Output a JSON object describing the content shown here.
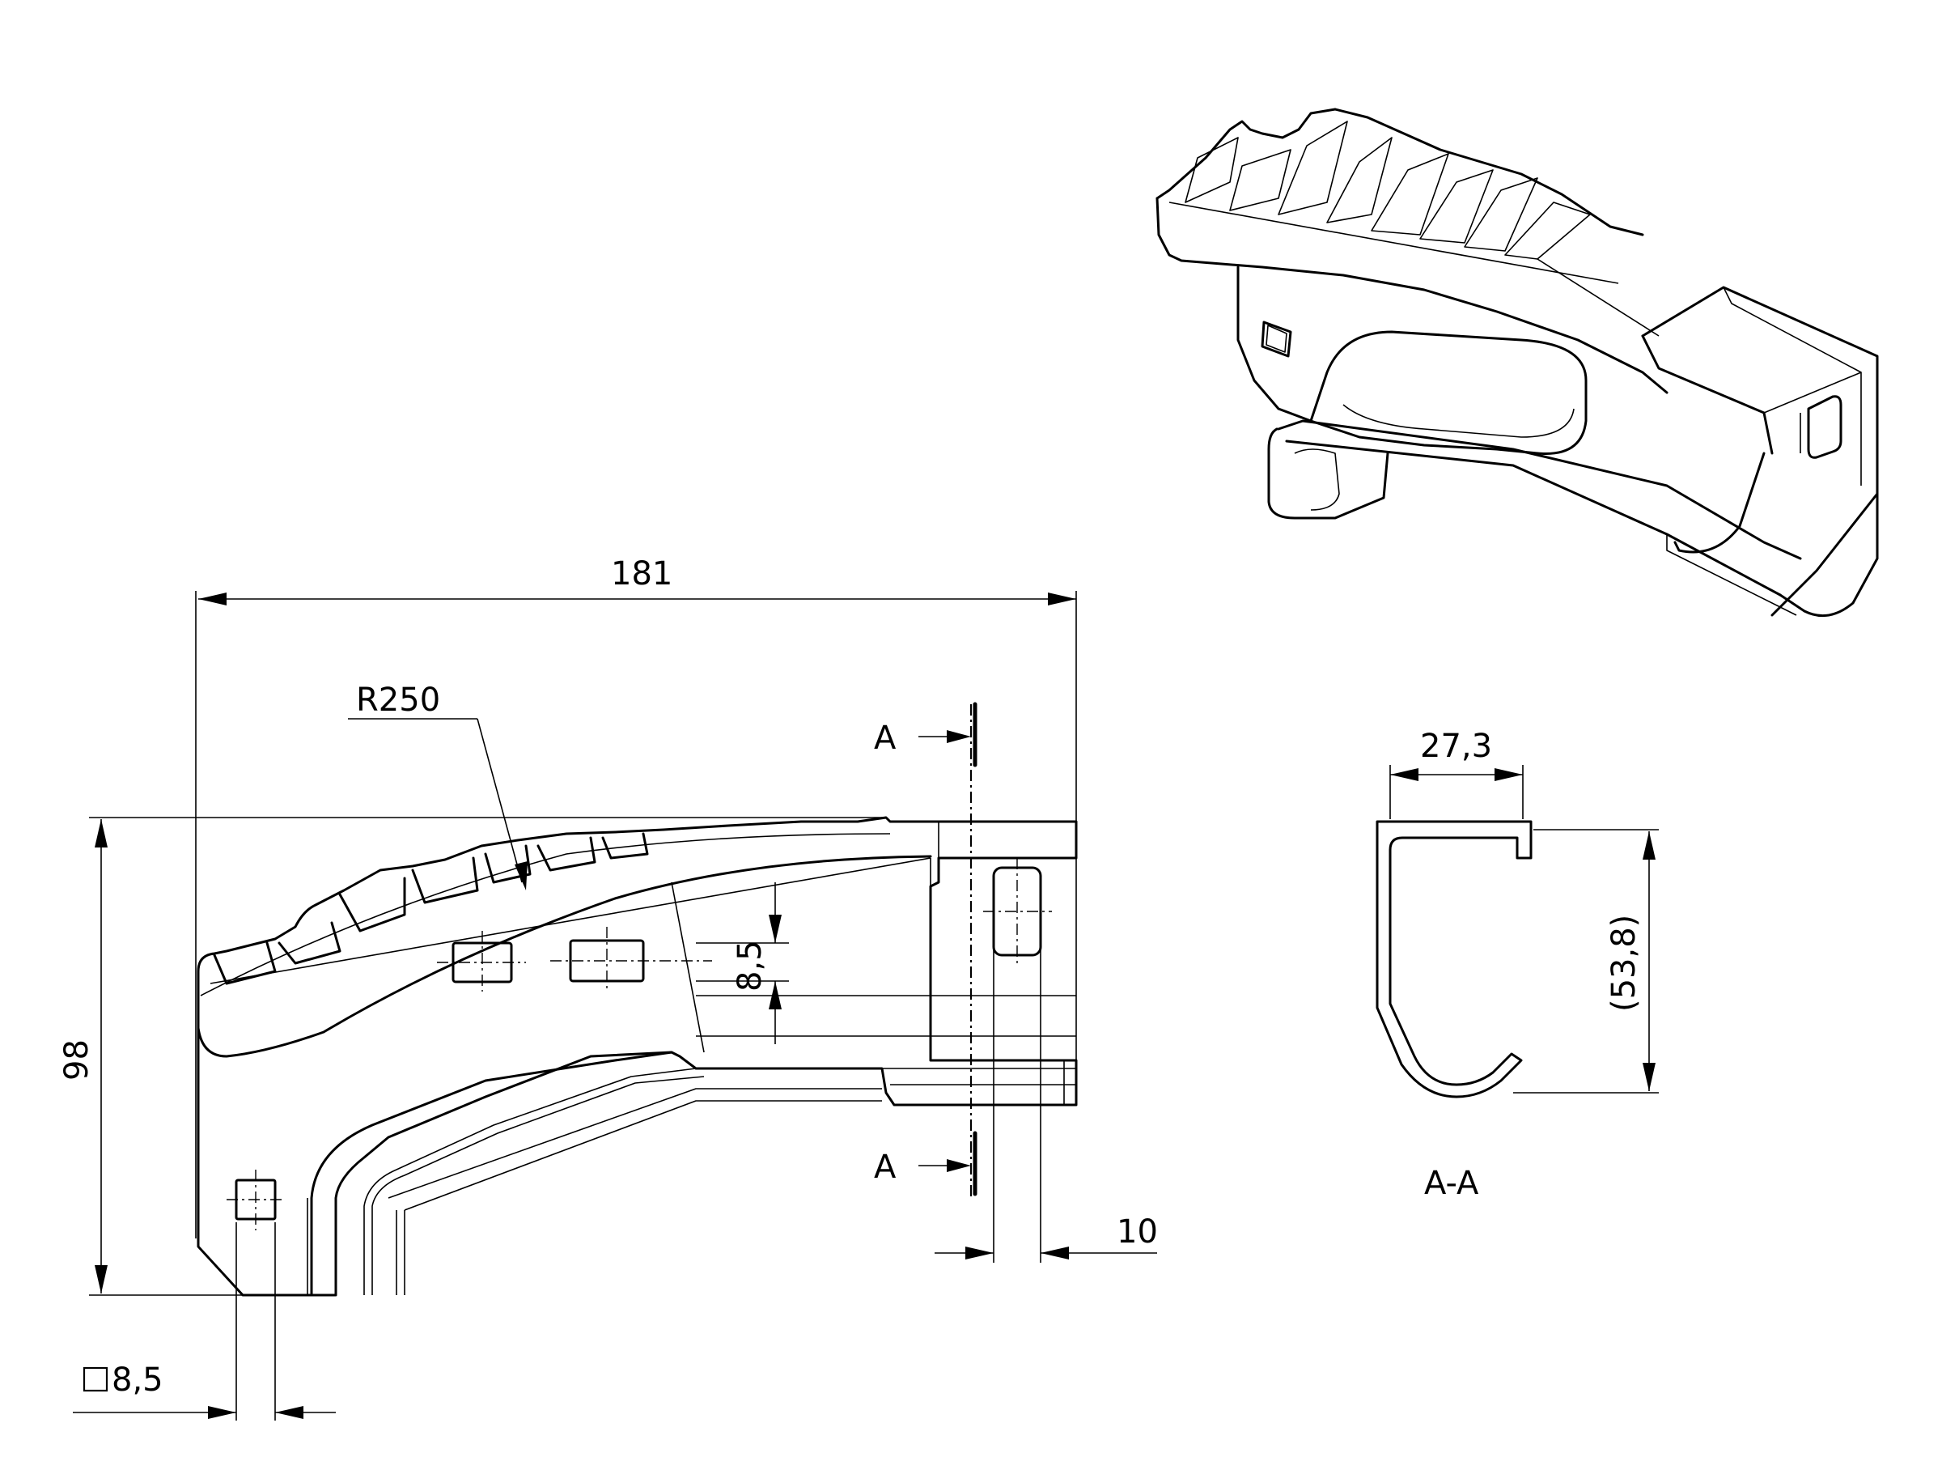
{
  "dimensions": {
    "overall_length": "181",
    "height": "98",
    "radius": "R250",
    "hole_pitch": "8,5",
    "offset": "10",
    "square_hole": "8,5",
    "section_width": "27,3",
    "section_height": "(53,8)"
  },
  "section": {
    "cut_label": "A",
    "title": "A-A"
  },
  "colors": {
    "line": "#000000",
    "background": "#ffffff"
  }
}
